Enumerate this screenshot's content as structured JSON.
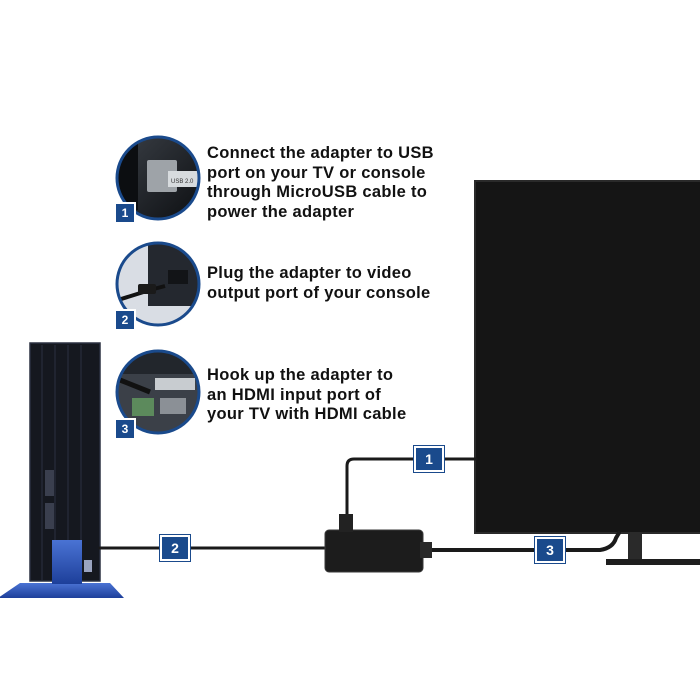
{
  "colors": {
    "accent": "#1a4a8c",
    "tv": "#151515",
    "console": "#15181f",
    "console_stand": "#2f55b8",
    "cable": "#1a1a1a"
  },
  "steps": [
    {
      "number": "1",
      "lines": [
        "Connect the adapter to USB",
        "port on your TV or console",
        "through MicroUSB cable to",
        "power the adapter"
      ],
      "icon": "usb-port-photo"
    },
    {
      "number": "2",
      "lines": [
        "Plug the adapter to video",
        "output port of your console"
      ],
      "icon": "video-output-port-photo"
    },
    {
      "number": "3",
      "lines": [
        "Hook up the adapter to",
        "an HDMI input port of",
        "your TV with HDMI cable"
      ],
      "icon": "hdmi-input-port-photo"
    }
  ],
  "cable_labels": {
    "usb": "1",
    "video": "2",
    "hdmi": "3"
  },
  "port_label": "USB 2.0"
}
